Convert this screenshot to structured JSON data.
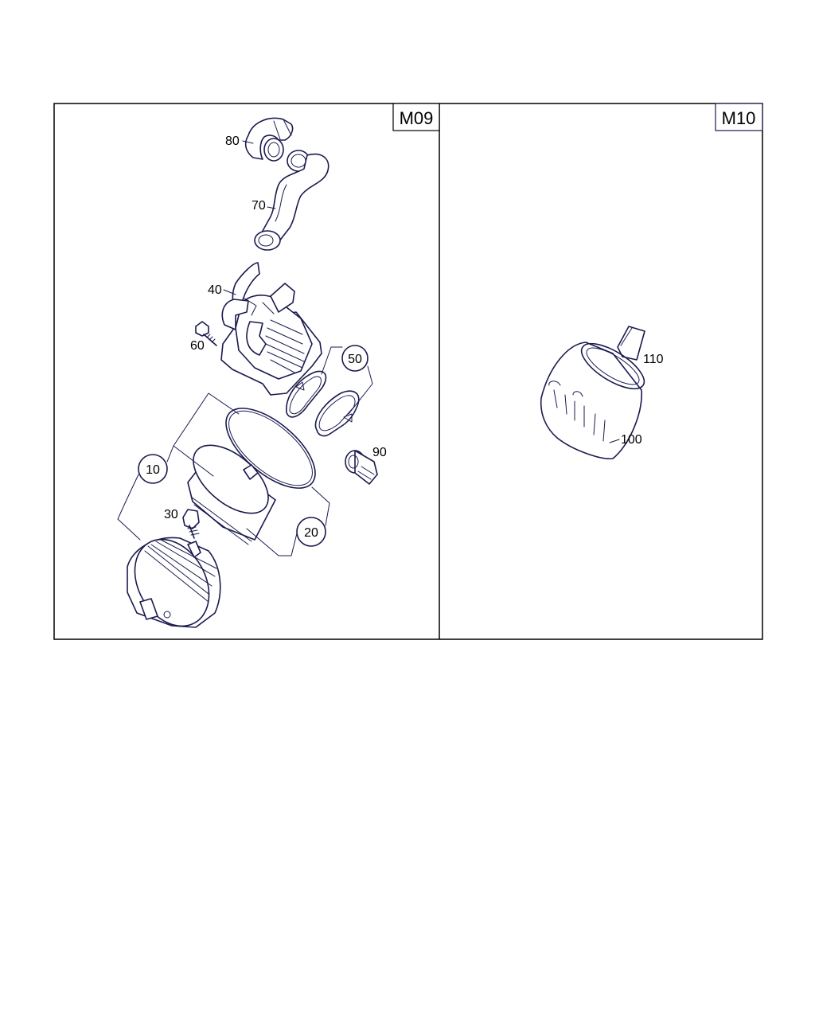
{
  "sections": [
    {
      "id": "M09"
    },
    {
      "id": "M10"
    }
  ],
  "callouts": {
    "p10": "10",
    "p20": "20",
    "p30": "30",
    "p40": "40",
    "p50": "50",
    "p60": "60",
    "p70": "70",
    "p80": "80",
    "p90": "90",
    "p100": "100",
    "p110": "110"
  },
  "colors": {
    "ink": "#1a1a4e",
    "border": "#000000",
    "background": "#ffffff"
  }
}
